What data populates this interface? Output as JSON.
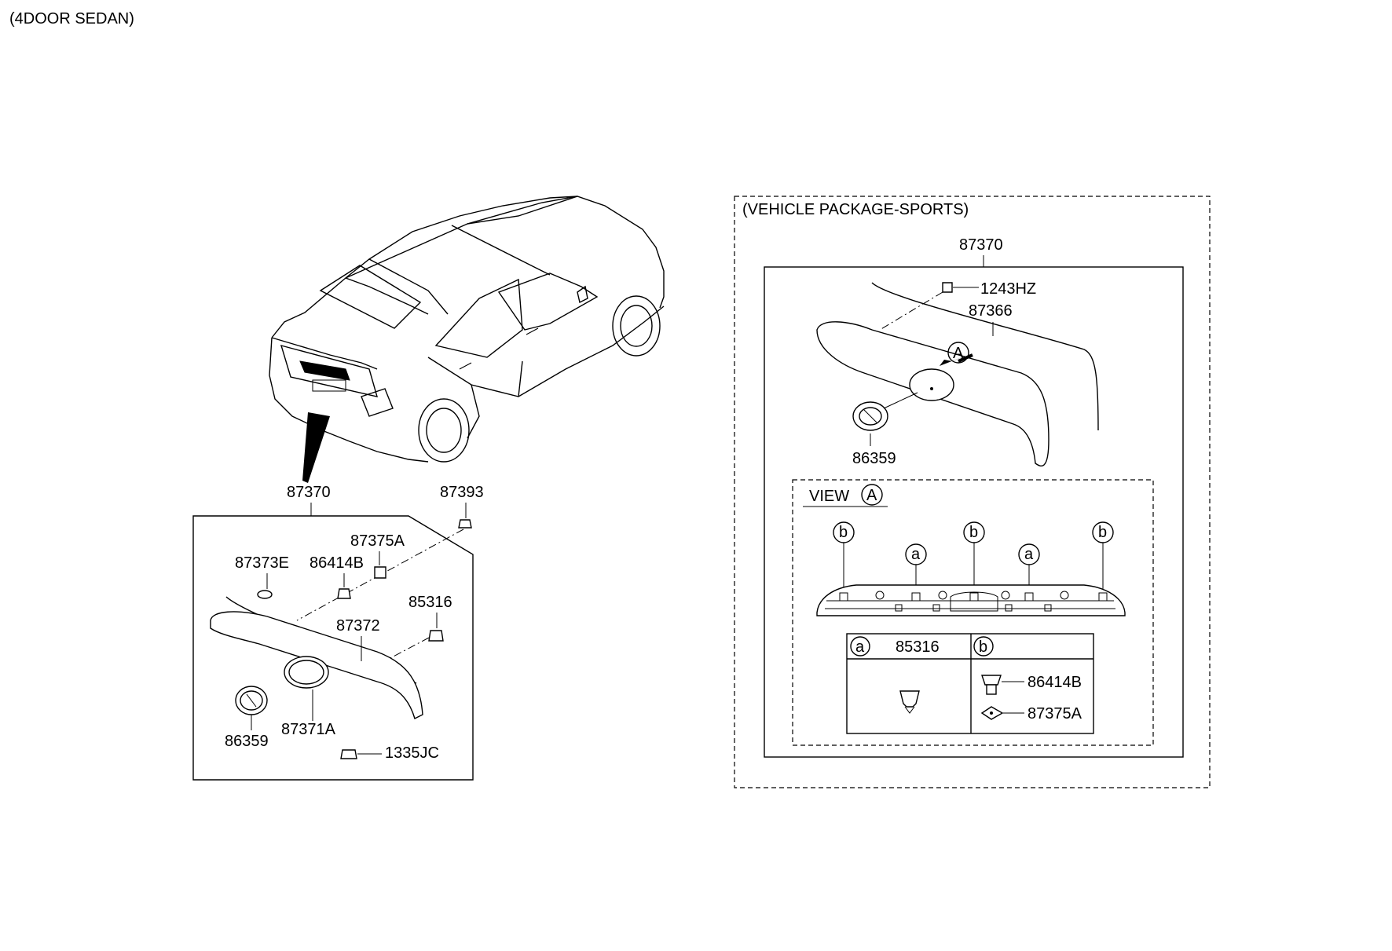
{
  "header": {
    "title": "(4DOOR SEDAN)"
  },
  "left_box": {
    "labels": {
      "p87370": "87370",
      "p87393": "87393",
      "p87375A": "87375A",
      "p87373E": "87373E",
      "p86414B": "86414B",
      "p85316": "85316",
      "p87372": "87372",
      "p86359": "86359",
      "p87371A": "87371A",
      "p1335JC": "1335JC"
    }
  },
  "right_box": {
    "title": "(VEHICLE PACKAGE-SPORTS)",
    "labels": {
      "p87370": "87370",
      "p1243HZ": "1243HZ",
      "p87366": "87366",
      "p86359": "86359",
      "markerA": "A"
    },
    "view": {
      "title": "VIEW",
      "marker": "A",
      "markers": [
        "b",
        "a",
        "b",
        "a",
        "b"
      ]
    },
    "legend": {
      "a_letter": "a",
      "a_part": "85316",
      "b_letter": "b",
      "b_parts": [
        "86414B",
        "87375A"
      ]
    }
  }
}
